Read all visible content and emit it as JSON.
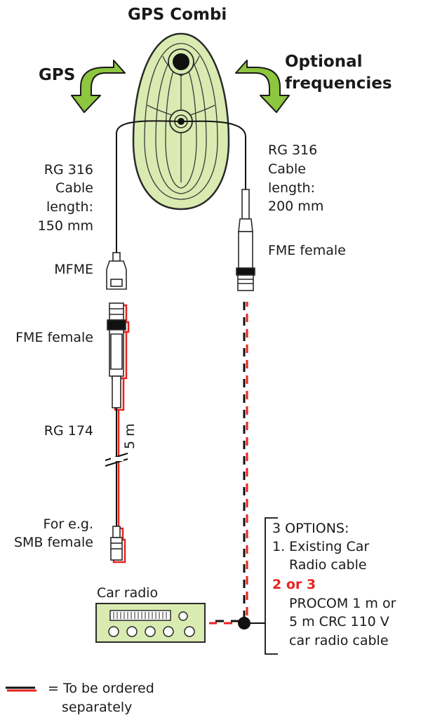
{
  "title": "GPS Combi",
  "arrows": {
    "gps_label": "GPS",
    "optional_label_1": "Optional",
    "optional_label_2": "frequencies",
    "colors": {
      "fill": "#8dc63f",
      "stroke": "#1a1a1a"
    }
  },
  "antenna": {
    "icon": "gps-antenna-icon",
    "fill": "#d9ebb0",
    "stroke": "#2a2a2a"
  },
  "left_chain": {
    "cable_lines": [
      "RG 316",
      "Cable",
      "length:",
      "150 mm"
    ],
    "mfme": "MFME",
    "fme_female": "FME female",
    "rg174": "RG 174",
    "length": "5 m",
    "smb_lines": [
      "For e.g.",
      "SMB female"
    ]
  },
  "right_chain": {
    "cable_lines": [
      "RG 316",
      "Cable",
      "length:",
      "200 mm"
    ],
    "fme_female": "FME female"
  },
  "car_radio": {
    "label": "Car radio",
    "icon": "car-radio-icon",
    "fill": "#d9ebb0"
  },
  "options": {
    "header": "3 OPTIONS:",
    "item1_lines": [
      "1. Existing Car",
      "Radio cable"
    ],
    "item2": "2 or 3",
    "item3_lines": [
      "PROCOM 1 m or",
      "5 m CRC 110 V",
      "car radio cable"
    ]
  },
  "legend": {
    "icon": "red-black-cable-icon",
    "lines": [
      "= To be ordered",
      "separately"
    ],
    "colors": {
      "red": "#e8231e",
      "black": "#111111"
    }
  }
}
